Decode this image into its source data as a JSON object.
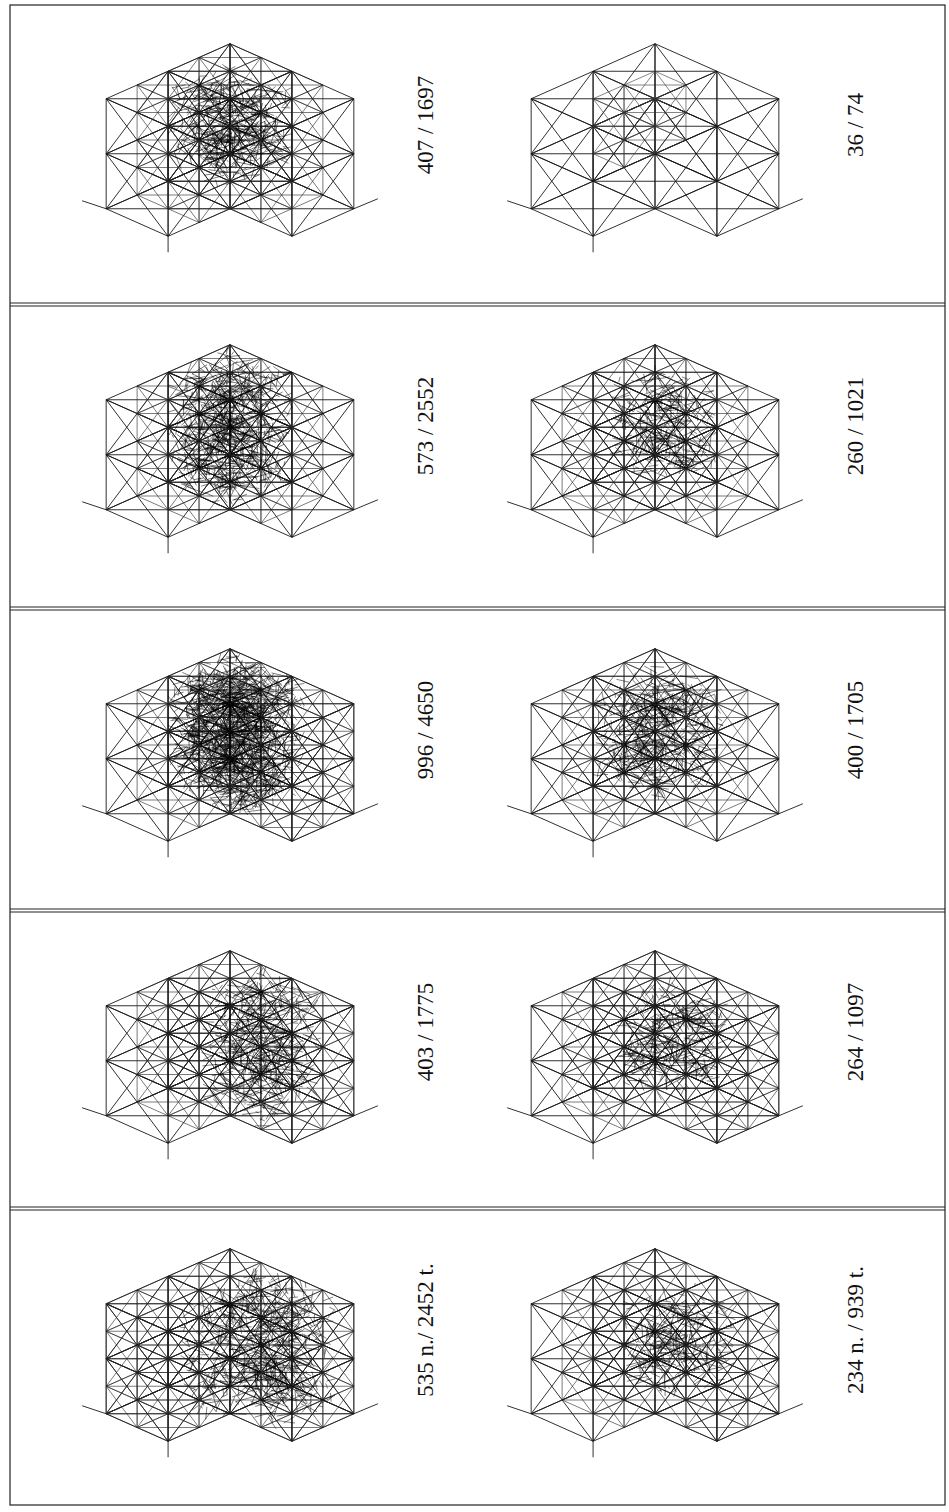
{
  "diagram": {
    "labels": [
      "407 / 1697",
      "36 / 74",
      "573 / 2552",
      "260 / 1021",
      "996 / 4650",
      "400 / 1705",
      "403 / 1775",
      "264 / 1097",
      "535 n./ 2452 t.",
      "234 n. / 939 t."
    ]
  }
}
